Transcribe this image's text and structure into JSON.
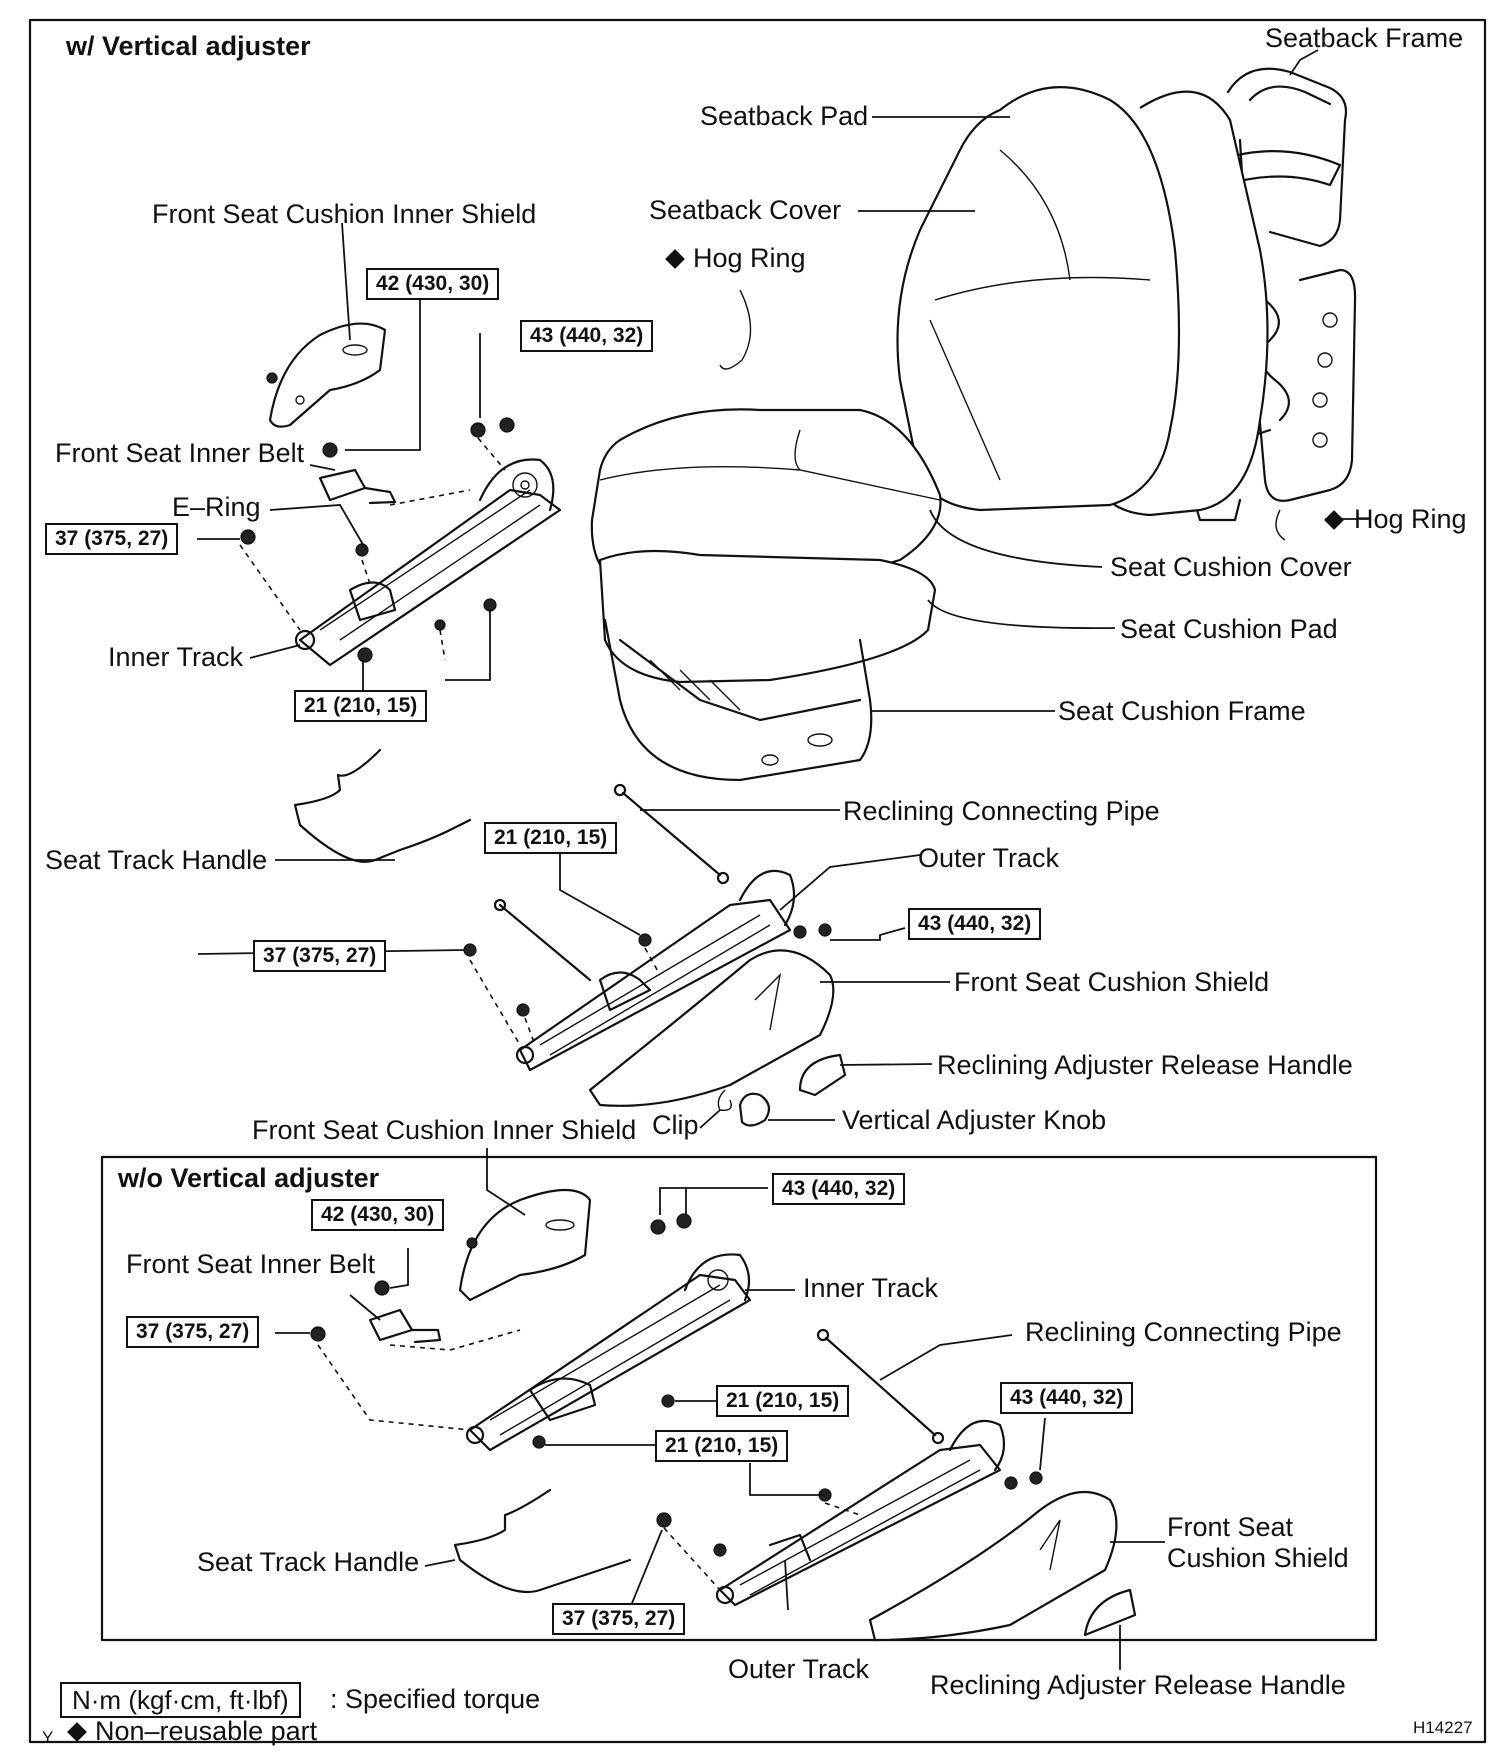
{
  "diagram_id": "H14227",
  "section_with": {
    "title": "w/ Vertical adjuster",
    "labels": {
      "seatback_frame": "Seatback Frame",
      "seatback_pad": "Seatback Pad",
      "seatback_cover": "Seatback Cover",
      "hog_ring_top": "Hog Ring",
      "hog_ring_right": "Hog Ring",
      "front_seat_cushion_inner_shield": "Front Seat Cushion Inner Shield",
      "front_seat_inner_belt": "Front Seat Inner Belt",
      "e_ring": "E–Ring",
      "inner_track": "Inner Track",
      "seat_cushion_cover": "Seat Cushion Cover",
      "seat_cushion_pad": "Seat Cushion Pad",
      "seat_cushion_frame": "Seat Cushion Frame",
      "reclining_connecting_pipe": "Reclining Connecting Pipe",
      "outer_track": "Outer Track",
      "seat_track_handle": "Seat Track Handle",
      "front_seat_cushion_shield": "Front Seat Cushion Shield",
      "reclining_adjuster_release_handle": "Reclining Adjuster Release Handle",
      "clip": "Clip",
      "vertical_adjuster_knob": "Vertical Adjuster Knob"
    },
    "torques": {
      "t42": "42 (430, 30)",
      "t43_top": "43 (440, 32)",
      "t37_top": "37 (375, 27)",
      "t21_top": "21 (210, 15)",
      "t21_mid": "21 (210, 15)",
      "t43_mid": "43 (440, 32)",
      "t37_mid": "37 (375, 27)"
    }
  },
  "section_without": {
    "title": "w/o Vertical adjuster",
    "labels": {
      "front_seat_cushion_inner_shield": "Front Seat Cushion Inner Shield",
      "front_seat_inner_belt": "Front Seat Inner Belt",
      "inner_track": "Inner Track",
      "reclining_connecting_pipe": "Reclining Connecting Pipe",
      "seat_track_handle": "Seat Track Handle",
      "front_seat_cushion_shield_1": "Front Seat",
      "front_seat_cushion_shield_2": "Cushion Shield",
      "outer_track": "Outer Track",
      "reclining_adjuster_release_handle": "Reclining Adjuster Release Handle"
    },
    "torques": {
      "t42": "42 (430, 30)",
      "t43_a": "43 (440, 32)",
      "t37_a": "37 (375, 27)",
      "t21_a": "21 (210, 15)",
      "t21_b": "21 (210, 15)",
      "t43_b": "43 (440, 32)",
      "t37_b": "37 (375, 27)"
    }
  },
  "legend": {
    "torque_unit": "N·m (kgf·cm, ft·lbf)",
    "torque_desc": ": Specified torque",
    "nonreusable": "Non–reusable part",
    "corner_mark": "Y"
  }
}
